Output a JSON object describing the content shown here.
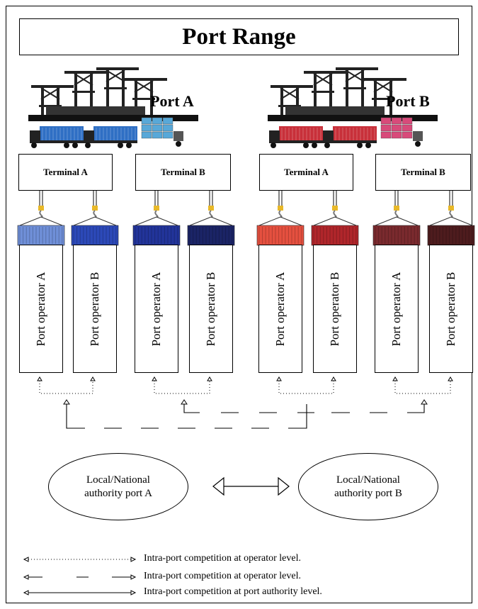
{
  "title": "Port Range",
  "ports": [
    {
      "label": "Port A",
      "container_color": "#2f6fc4",
      "accent": "#58a8d8"
    },
    {
      "label": "Port B",
      "container_color": "#c8303a",
      "accent": "#d84a7a"
    }
  ],
  "terminals": [
    {
      "label": "Terminal A"
    },
    {
      "label": "Terminal B"
    },
    {
      "label": "Terminal A"
    },
    {
      "label": "Terminal B"
    }
  ],
  "operators": [
    {
      "label": "Port operator A",
      "container_color": "#6f8fd8"
    },
    {
      "label": "Port operator B",
      "container_color": "#2c49b8"
    },
    {
      "label": "Port operator A",
      "container_color": "#22349a"
    },
    {
      "label": "Port operator B",
      "container_color": "#1b2466"
    },
    {
      "label": "Port operator A",
      "container_color": "#e5503f"
    },
    {
      "label": "Port operator B",
      "container_color": "#b0262b"
    },
    {
      "label": "Port operator A",
      "container_color": "#7a2a2e"
    },
    {
      "label": "Port operator B",
      "container_color": "#4e1c1e"
    }
  ],
  "authorities": [
    {
      "line1": "Local/National",
      "line2": "authority port A"
    },
    {
      "line1": "Local/National",
      "line2": "authority port B"
    }
  ],
  "legend": [
    {
      "style": "dotted",
      "text": "Intra-port competition at operator level."
    },
    {
      "style": "dashed",
      "text": "Intra-port competition at operator level."
    },
    {
      "style": "solid",
      "text": "Intra-port competition at port authority level."
    }
  ],
  "colors": {
    "hook": "#e8b828",
    "line": "#000000"
  }
}
